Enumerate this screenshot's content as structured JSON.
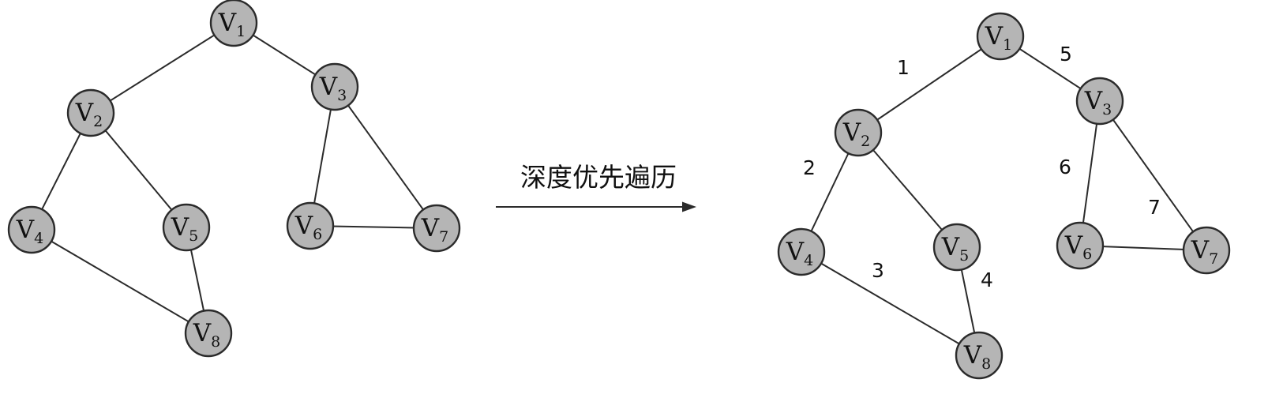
{
  "caption": "深度优先遍历",
  "nodes": [
    {
      "id": "v1",
      "letter": "V",
      "sub": "1"
    },
    {
      "id": "v2",
      "letter": "V",
      "sub": "2"
    },
    {
      "id": "v3",
      "letter": "V",
      "sub": "3"
    },
    {
      "id": "v4",
      "letter": "V",
      "sub": "4"
    },
    {
      "id": "v5",
      "letter": "V",
      "sub": "5"
    },
    {
      "id": "v6",
      "letter": "V",
      "sub": "6"
    },
    {
      "id": "v7",
      "letter": "V",
      "sub": "7"
    },
    {
      "id": "v8",
      "letter": "V",
      "sub": "8"
    }
  ],
  "edges": [
    {
      "from": "v1",
      "to": "v2",
      "step": "1"
    },
    {
      "from": "v2",
      "to": "v4",
      "step": "2"
    },
    {
      "from": "v4",
      "to": "v8",
      "step": "3"
    },
    {
      "from": "v8",
      "to": "v5",
      "step": "4"
    },
    {
      "from": "v1",
      "to": "v3",
      "step": "5"
    },
    {
      "from": "v3",
      "to": "v6",
      "step": "6"
    },
    {
      "from": "v6",
      "to": "v7",
      "step": "7"
    },
    {
      "from": "v2",
      "to": "v5",
      "step": ""
    },
    {
      "from": "v3",
      "to": "v7",
      "step": ""
    }
  ]
}
